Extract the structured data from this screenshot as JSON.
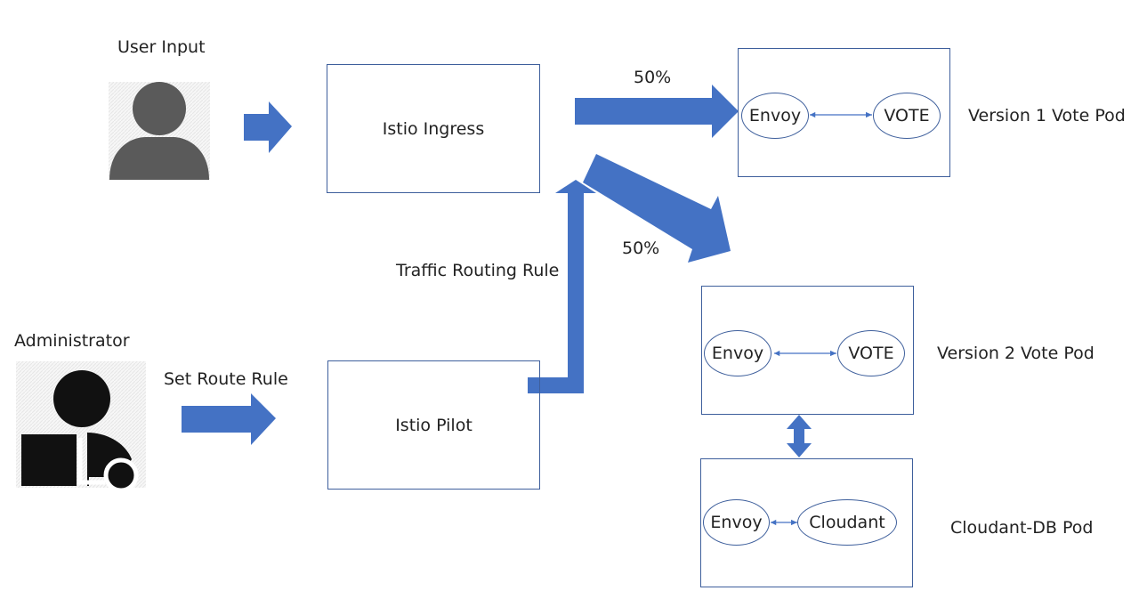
{
  "actors": {
    "user": {
      "label": "User Input",
      "icon": "user-icon"
    },
    "admin": {
      "label": "Administrator",
      "icon": "administrator-icon"
    }
  },
  "arrows": {
    "set_route": "Set Route Rule",
    "traffic_rule": "Traffic Routing Rule",
    "split_v1": "50%",
    "split_v2": "50%"
  },
  "boxes": {
    "ingress": "Istio Ingress",
    "pilot": "Istio Pilot"
  },
  "pods": {
    "v1": {
      "label": "Version 1 Vote Pod",
      "left": "Envoy",
      "right": "VOTE"
    },
    "v2": {
      "label": "Version 2 Vote Pod",
      "left": "Envoy",
      "right": "VOTE"
    },
    "db": {
      "label": "Cloudant-DB Pod",
      "left": "Envoy",
      "right": "Cloudant"
    }
  },
  "colors": {
    "arrow_fill": "#4472c4",
    "box_border": "#3e5f9c",
    "user_icon": "#5a5a5a",
    "admin_icon": "#111111"
  }
}
